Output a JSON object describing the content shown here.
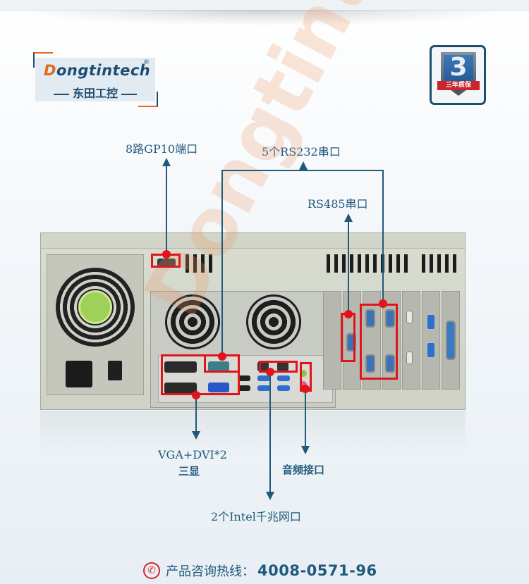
{
  "brand": {
    "name_en": "Dongtintech",
    "name_en_first_letter": "D",
    "name_en_rest": "ongtintech",
    "registered_mark": "®",
    "name_cn": "东田工控"
  },
  "warranty_badge": {
    "number": "3",
    "ribbon_text": "三年质保"
  },
  "callouts": {
    "gpio": "8路GP10端口",
    "rs232": "5个RS232串口",
    "rs485": "RS485串口",
    "display_line1": "VGA+DVI*2",
    "display_line2": "三显",
    "audio": "音频接口",
    "lan": "2个Intel千兆网口"
  },
  "hotline": {
    "icon": "phone-icon",
    "label": "产品咨询热线：",
    "number": "4008-0571-96"
  },
  "colors": {
    "accent_blue": "#1f5a7c",
    "highlight_red": "#e0141b",
    "brand_orange": "#e2691e"
  },
  "watermark": "Dongtintech"
}
